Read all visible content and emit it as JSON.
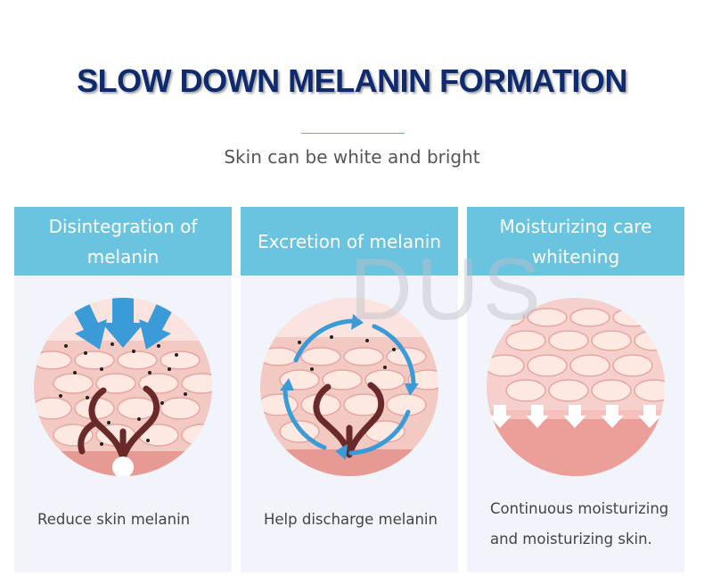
{
  "header": {
    "title": "SLOW DOWN MELANIN FORMATION",
    "subtitle": "Skin can be white and bright"
  },
  "watermark": "DUS",
  "cards": [
    {
      "heading": "Disintegration of melanin",
      "text": "Reduce skin melanin"
    },
    {
      "heading": "Excretion of melanin",
      "text": "Help discharge melanin"
    },
    {
      "heading": "Moisturizing care whitening",
      "text": "Continuous moisturizing and moisturizing skin."
    }
  ],
  "colors": {
    "title": "#0f2b6e",
    "card_header": "#6ac3df",
    "card_bg": "#f1f4fb",
    "skin_pink": "#efb7b3",
    "melanin": "#6b2a2a",
    "arrow_blue": "#3a9bd8"
  }
}
